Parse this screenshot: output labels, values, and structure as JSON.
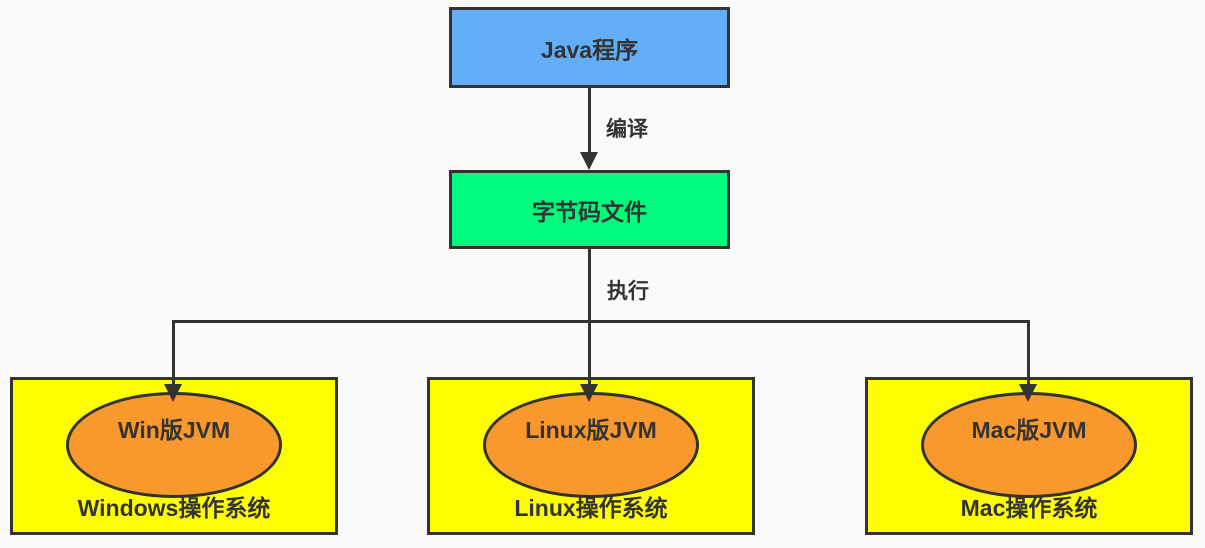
{
  "diagram": {
    "nodes": {
      "java_program": {
        "label": "Java程序",
        "fill": "#64AEF8"
      },
      "bytecode_file": {
        "label": "字节码文件",
        "fill": "#00FA7D"
      }
    },
    "edges": {
      "compile": {
        "label": "编译"
      },
      "execute": {
        "label": "执行"
      }
    },
    "platforms": [
      {
        "id": "windows",
        "jvm_label": "Win版JVM",
        "os_label": "Windows操作系统"
      },
      {
        "id": "linux",
        "jvm_label": "Linux版JVM",
        "os_label": "Linux操作系统"
      },
      {
        "id": "mac",
        "jvm_label": "Mac版JVM",
        "os_label": "Mac操作系统"
      }
    ],
    "colors": {
      "background": "#FAFAFA",
      "java_box": "#64AEF8",
      "bytecode_box": "#00FA7D",
      "platform_box": "#FEFE00",
      "jvm_ellipse": "#F9992D",
      "line": "#333333",
      "text": "#333333"
    }
  }
}
